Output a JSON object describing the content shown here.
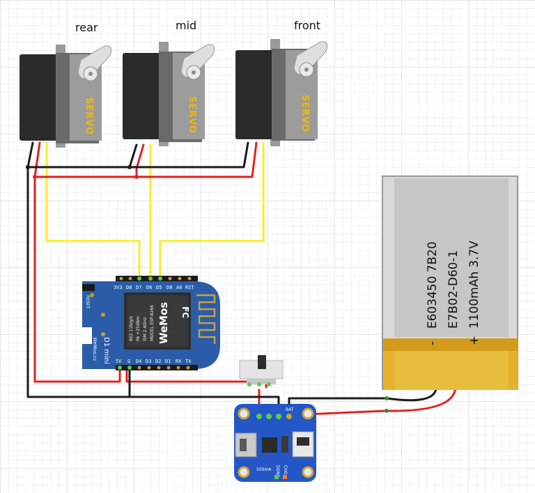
{
  "servos": [
    {
      "label": "rear",
      "brand": "SERVO"
    },
    {
      "label": "mid",
      "brand": "SERVO"
    },
    {
      "label": "front",
      "brand": "SERVO"
    }
  ],
  "wemos": {
    "top_pins": [
      "3V3",
      "D8",
      "D7",
      "D6",
      "D5",
      "D0",
      "A0",
      "RST"
    ],
    "bottom_pins": [
      "5V",
      "G",
      "D4",
      "D3",
      "D2",
      "D1",
      "RX",
      "TX"
    ],
    "reset": "RESET",
    "board_name": "D1 mini",
    "board_brand": "WeMos.cc",
    "shield_model": "MODEL ESP-8266",
    "shield_ism": "ISM 2.4GHz",
    "shield_pa": "PA +25dBm",
    "shield_std": "802.11b/g/n",
    "shield_brand": "WeMos",
    "fcc": "FC"
  },
  "battery": {
    "line1": "E603450 7B20",
    "line2": "E7B02-D60-1",
    "line3": "1100mAh 3.7V",
    "minus": "-",
    "plus": "+"
  },
  "charger": {
    "bat": "BAT",
    "current": "500mA",
    "done": "DONE",
    "chg": "CHG"
  },
  "colors": {
    "wire_red": "#e3211c",
    "wire_black": "#1b1b1b",
    "wire_yellow": "#f8ef26",
    "board_blue": "#2a5ca8",
    "charger_blue": "#2457c5",
    "battery_gold": "#e3b12c",
    "servo_body": "#2b2b2b"
  }
}
